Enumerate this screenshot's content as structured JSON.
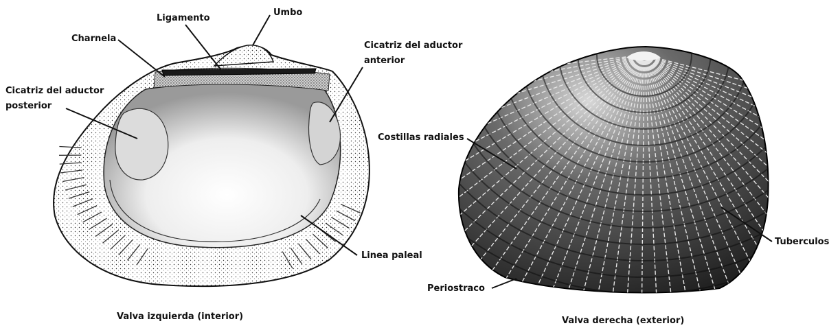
{
  "diagram": {
    "left_valve": {
      "caption": "Valva izquierda (interior)",
      "labels": {
        "umbo": "Umbo",
        "ligamento": "Ligamento",
        "charnela": "Charnela",
        "cicatriz_anterior_line1": "Cicatriz del aductor",
        "cicatriz_anterior_line2": "anterior",
        "cicatriz_posterior_line1": "Cicatriz del aductor",
        "cicatriz_posterior_line2": "posterior",
        "linea_paleal": "Linea paleal"
      }
    },
    "right_valve": {
      "caption": "Valva derecha (exterior)",
      "labels": {
        "costillas_radiales": "Costillas radiales",
        "tuberculos": "Tuberculos",
        "periostraco": "Periostraco"
      }
    }
  }
}
